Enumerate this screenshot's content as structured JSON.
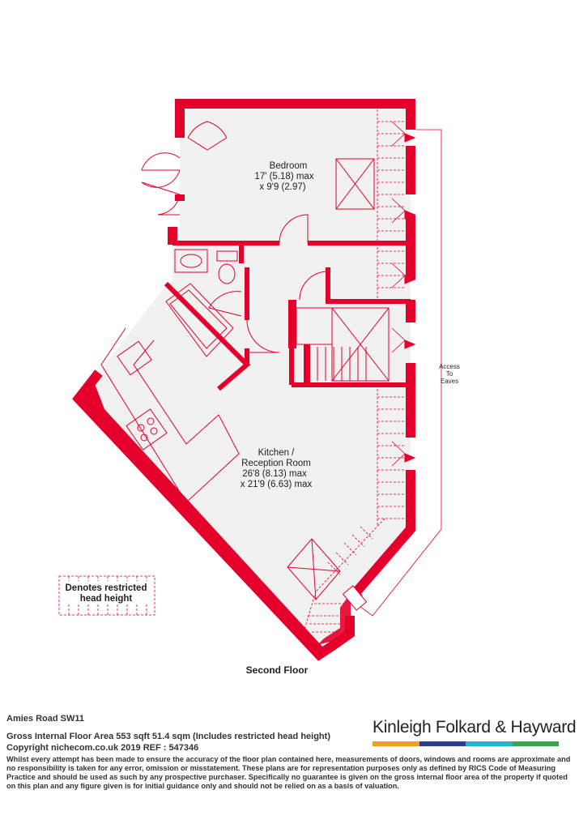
{
  "floor_label": "Second Floor",
  "rooms": {
    "bedroom": {
      "name": "Bedroom",
      "dim1": "17' (5.18) max",
      "dim2": "x 9'9 (2.97)"
    },
    "kitchen": {
      "name": "Kitchen /",
      "name2": "Reception Room",
      "dim1": "26'8 (8.13) max",
      "dim2": "x 21'9 (6.63) max"
    }
  },
  "eaves_label": {
    "line1": "Access",
    "line2": "To",
    "line3": "Eaves"
  },
  "legend": {
    "line1": "Denotes restricted",
    "line2": "head height"
  },
  "footer": {
    "address": "Amies Road  SW11",
    "gia": "Gross Internal Floor Area 553 sqft 51.4 sqm (Includes restricted head height)",
    "copyright": "Copyright nichecom.co.uk 2019 REF : 547346",
    "disclaimer": "Whilst every attempt has been made to ensure the accuracy of the floor plan contained here, measurements of doors, windows and rooms are approximate and no responsibility is taken for any error, omission or misstatement.  These plans are for representation purposes only as defined by RICS Code of Measuring Practice and should be used as such by any prospective purchaser.  Specifically no guarantee is given on the gross internal floor area of the property if quoted on this plan and any figure given is for initial guidance only and should not be relied on as a basis of valuation."
  },
  "brand": {
    "name": "Kinleigh Folkard & Hayward",
    "bar_colors": [
      "#f39c1f",
      "#2e3b8c",
      "#24b5cc",
      "#3aa54a"
    ]
  },
  "colors": {
    "wall": "#e4002b",
    "floor": "#f1f1f1",
    "line": "#e4002b"
  }
}
